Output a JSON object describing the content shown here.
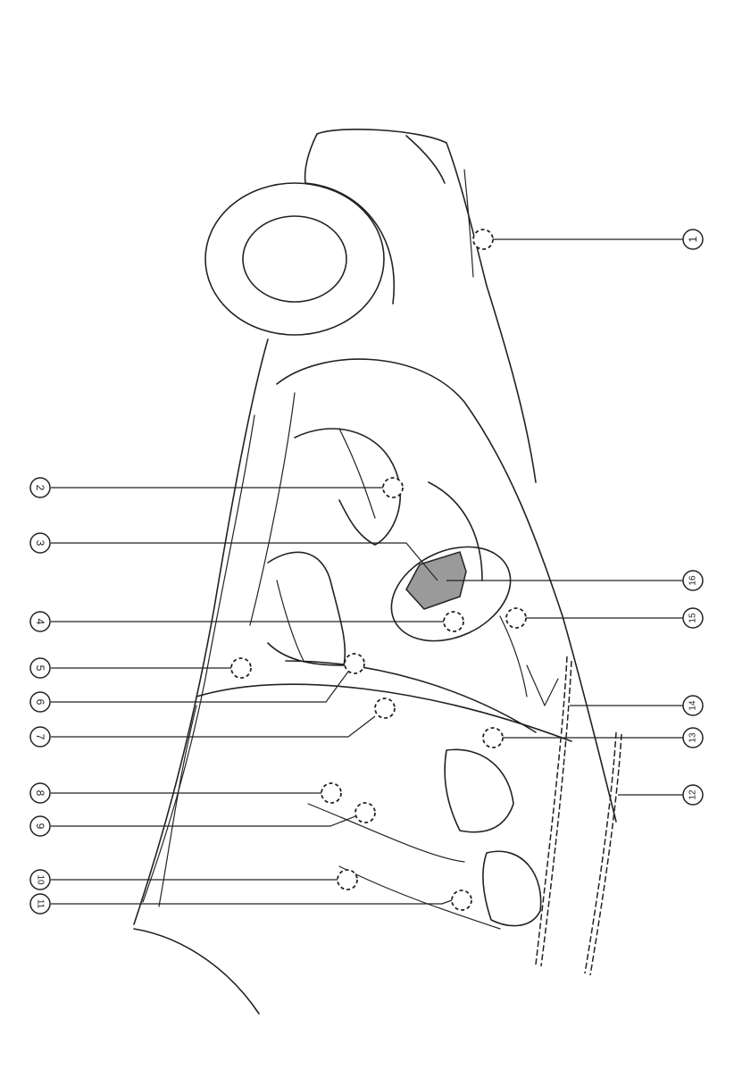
{
  "callouts": [
    "1",
    "2",
    "3",
    "4",
    "5",
    "6",
    "7",
    "8",
    "9",
    "10",
    "11",
    "12",
    "13",
    "14",
    "15",
    "16"
  ],
  "colors": {
    "line": "#222222",
    "airbag_fill": "#9a9a9a"
  }
}
